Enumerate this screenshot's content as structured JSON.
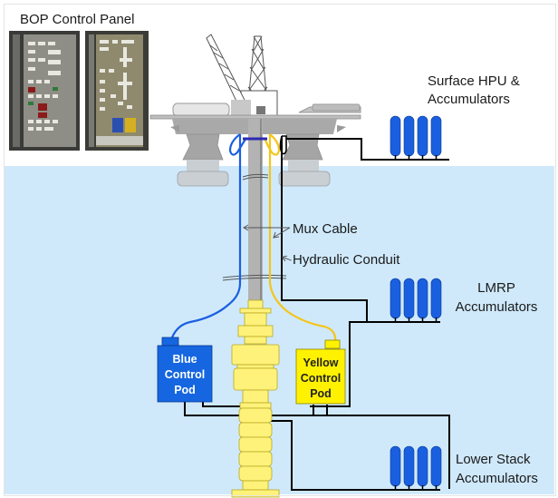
{
  "diagram": {
    "title": "BOP Control Panel",
    "labels": {
      "surface_hpu_line1": "Surface HPU &",
      "surface_hpu_line2": "Accumulators",
      "mux_cable": "Mux Cable",
      "hydraulic_conduit": "Hydraulic Conduit",
      "lmrp_line1": "LMRP",
      "lmrp_line2": "Accumulators",
      "lower_stack_line1": "Lower Stack",
      "lower_stack_line2": "Accumulators"
    },
    "pods": {
      "blue": {
        "line1": "Blue",
        "line2": "Control",
        "line3": "Pod"
      },
      "yellow": {
        "line1": "Yellow",
        "line2": "Control",
        "line3": "Pod"
      }
    },
    "colors": {
      "sea": "#cfe9fb",
      "accumulator": "#1a5fe0",
      "blue_pod": "#1566e0",
      "yellow_pod": "#fff200",
      "bop_stack": "#fff27a",
      "mux_blue": "#1a5fe0",
      "mux_yellow": "#f5c518",
      "conduit": "#000000",
      "riser": "#b3b3b3",
      "platform": "#a9a9a9"
    }
  }
}
